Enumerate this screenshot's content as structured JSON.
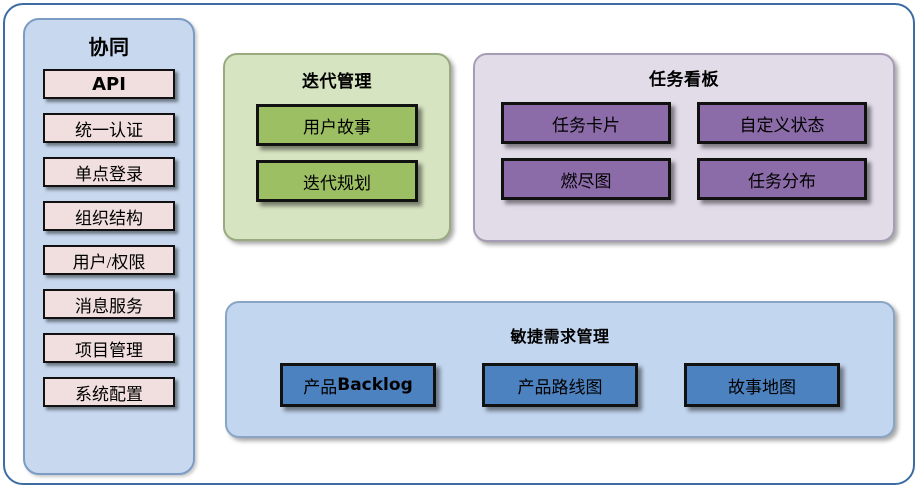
{
  "diagram": {
    "sidebar": {
      "title": "协同",
      "items": [
        {
          "label": "API",
          "style": "bold-sans"
        },
        {
          "label": "统一认证",
          "style": "normal"
        },
        {
          "label": "单点登录",
          "style": "normal"
        },
        {
          "label": "组织结构",
          "style": "normal"
        },
        {
          "label": "用户/权限",
          "style": "normal"
        },
        {
          "label": "消息服务",
          "style": "normal"
        },
        {
          "label": "项目管理",
          "style": "normal"
        },
        {
          "label": "系统配置",
          "style": "normal"
        }
      ]
    },
    "iteration": {
      "title": "迭代管理",
      "items": [
        {
          "label": "用户故事"
        },
        {
          "label": "迭代规划"
        }
      ]
    },
    "taskboard": {
      "title": "任务看板",
      "items": [
        {
          "label": "任务卡片"
        },
        {
          "label": "自定义状态"
        },
        {
          "label": "燃尽图"
        },
        {
          "label": "任务分布"
        }
      ]
    },
    "agile": {
      "title": "敏捷需求管理",
      "items": [
        {
          "label": "产品Backlog",
          "prefix": "产品",
          "bold": "Backlog"
        },
        {
          "label": "产品路线图"
        },
        {
          "label": "故事地图"
        }
      ]
    },
    "colors": {
      "frame_border": "#3d6ca3",
      "sidebar_fill": "#c7d8ef",
      "sidebar_item_fill": "#f1dede",
      "iteration_fill": "#d7e4c1",
      "iteration_item_fill": "#9dbf63",
      "taskboard_fill": "#e2dce9",
      "taskboard_item_fill": "#8b6ba8",
      "agile_fill": "#c3d6ef",
      "agile_item_fill": "#4d82c0",
      "item_border": "#111111"
    }
  }
}
